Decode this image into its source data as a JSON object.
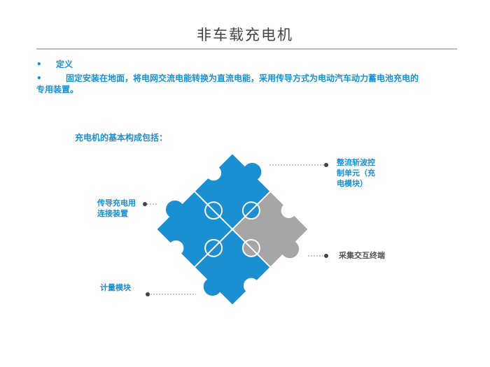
{
  "title": "非车载充电机",
  "bullets": [
    {
      "marker": "•",
      "text": "定义"
    },
    {
      "marker": "•",
      "text": "固定安装在地面，将电网交流电能转换为直流电能，采用传导方式为电动汽车动力蓄电池充电的",
      "continuation": "专用装置。"
    }
  ],
  "subheading": "充电机的基本构成包括：",
  "components": [
    {
      "label": "整流斩波控制单元（充电模块）",
      "lines": [
        "整流斩波控",
        "制单元（充",
        "电模块）"
      ],
      "color": "#1a8fd1"
    },
    {
      "label": "传导充电用连接装置",
      "lines": [
        "传导充电用",
        "连接装置"
      ],
      "color": "#1a8fd1"
    },
    {
      "label": "采集交互终端",
      "lines": [
        "采集交互终端"
      ],
      "color": "#a6a6a6"
    },
    {
      "label": "计量模块",
      "lines": [
        "计量模块"
      ],
      "color": "#1a8fd1"
    }
  ]
}
